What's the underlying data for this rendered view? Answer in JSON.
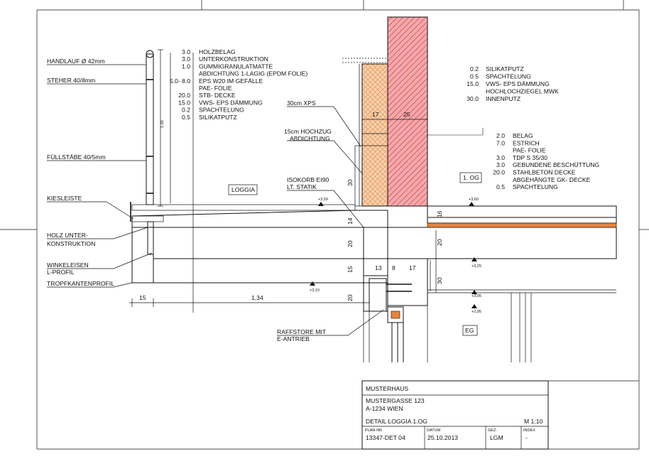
{
  "labels": {
    "handlauf": "HANDLAUF Ø 42mm",
    "steher": "STEHER 40/8mm",
    "fuellstaebe": "FÜLLSTÄBE 40/5mm",
    "kiesleiste": "KIESLEISTE",
    "holz_1": "HOLZ UNTER-",
    "holz_2": "KONSTRUKTION",
    "winkel_1": "WINKELEISEN",
    "winkel_2": "L-PROFIL",
    "tropfkante": "TROPFKANTENPROFIL",
    "xps": "30cm  XPS",
    "hochzug_1": "15cm  HOCHZUG",
    "hochzug_2": "ABDICHTUNG",
    "isokorb_1": "ISOKORB EI90",
    "isokorb_2": "LT. STATIK",
    "loggia": "LOGGIA",
    "og": "1. OG",
    "eg": "EG",
    "raffstore_1": "RAFFSTORE MIT",
    "raffstore_2": "E-ANTRIEB",
    "railing_height": "1.00"
  },
  "layers_loggia": [
    {
      "t": "3.0",
      "d": "HOLZBELAG"
    },
    {
      "t": "3.0",
      "d": "UNTERKONSTRUKTION"
    },
    {
      "t": "1.0",
      "d": "GUMMIGRANULATMATTE"
    },
    {
      "t": "",
      "d": "ABDICHTUNG 1-LAGIG (EPDM FOLIE)"
    },
    {
      "t": "5.0- 8.0",
      "d": "EPS W20 IM GEFÄLLE"
    },
    {
      "t": "",
      "d": "PAE- FOLIE"
    },
    {
      "t": "20.0",
      "d": "STB- DECKE"
    },
    {
      "t": "15.0",
      "d": "VWS- EPS DÄMMUNG"
    },
    {
      "t": "0.2",
      "d": "SPACHTELUNG"
    },
    {
      "t": "0.5",
      "d": "SILIKATPUTZ"
    }
  ],
  "layers_wall": [
    {
      "t": "0.2",
      "d": "SILIKATPUTZ"
    },
    {
      "t": "0.5",
      "d": "SPACHTELUNG"
    },
    {
      "t": "15.0",
      "d": "VWS- EPS DÄMMUNG"
    },
    {
      "t": "",
      "d": "HOCHLOCHZIEGEL MWK"
    },
    {
      "t": "30.0",
      "d": "INNENPUTZ"
    }
  ],
  "layers_floor": [
    {
      "t": "2.0",
      "d": "BELAG"
    },
    {
      "t": "7.0",
      "d": "ESTRICH"
    },
    {
      "t": "",
      "d": "PAE- FOLIE"
    },
    {
      "t": "3.0",
      "d": "TDP S 35/30"
    },
    {
      "t": "3.0",
      "d": "GEBUNDENE BESCHÜTTUNG"
    },
    {
      "t": "20.0",
      "d": "STAHLBETON DECKE"
    },
    {
      "t": "",
      "d": "ABGEHÄNGTE GK- DECKE"
    },
    {
      "t": "0.5",
      "d": "SPACHTELUNG"
    }
  ],
  "dims": {
    "d17": "17",
    "d25": "25",
    "d30a": "30",
    "d14": "14",
    "d20a": "20",
    "d15v": "15",
    "d20b": "20",
    "d13": "13",
    "d8": "8",
    "d17b": "17",
    "d16": "16",
    "d20c": "20",
    "d30b": "30",
    "d15h": "15",
    "d134": "1,34"
  },
  "levels": {
    "l359": "+3,59",
    "l360": "+3,60",
    "l325": "+3,25",
    "l310": "+3,10",
    "l305": "+3,05",
    "l295": "+2,95"
  },
  "title_block": {
    "project": "MUSTERHAUS",
    "street": "MUSTERGASSE 123",
    "city": "A-1234 WIEN",
    "drawing": "DETAIL LOGGIA 1.OG",
    "scale": "M 1:10",
    "plan_nr_label": "PLAN-NR",
    "plan_nr": "13347-DET 04",
    "date_label": "DATUM",
    "date": "25.10.2013",
    "drawn_label": "GEZ.",
    "drawn": "LGM",
    "index_label": "INDEX",
    "index": "-"
  },
  "colors": {
    "insulation": "#f6d2b0",
    "insulation_hatch": "#e8843a",
    "concrete": "#c9e6c1",
    "concrete_hatch": "#6aa862",
    "brick": "#f2a9ac",
    "brick_hatch": "#d93a42",
    "wood": "#a0522d",
    "screed": "#f1e3c4"
  }
}
